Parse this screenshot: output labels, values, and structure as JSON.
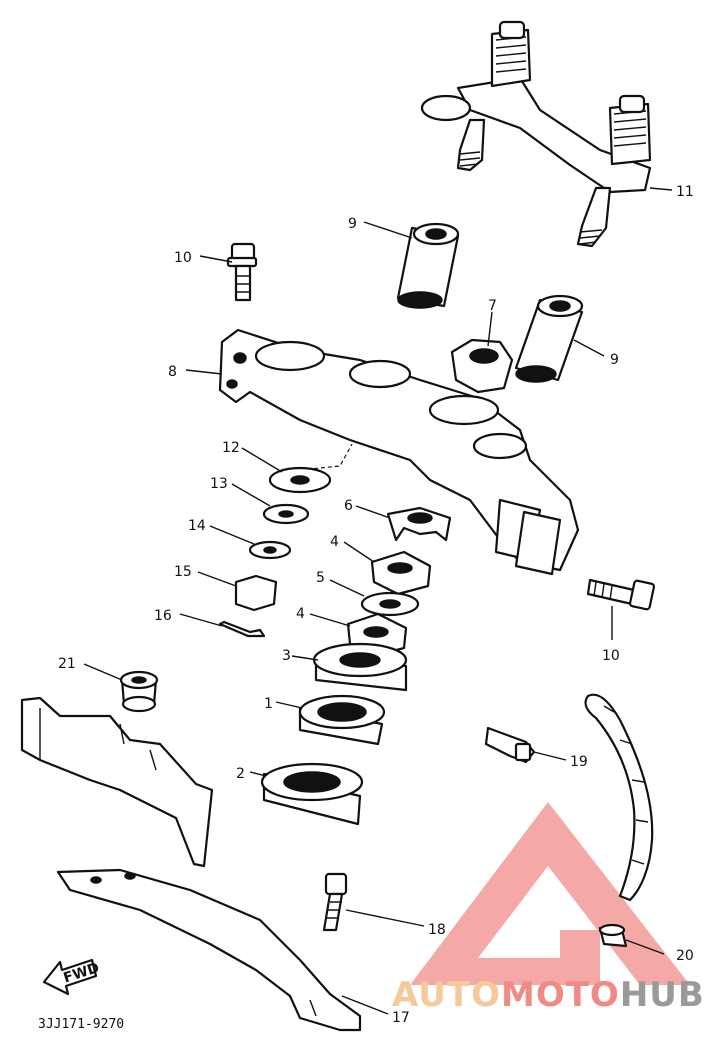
{
  "callouts": {
    "c1": "1",
    "c2": "2",
    "c3": "3",
    "c4a": "4",
    "c4b": "4",
    "c5": "5",
    "c6": "6",
    "c7": "7",
    "c8": "8",
    "c9a": "9",
    "c9b": "9",
    "c10a": "10",
    "c10b": "10",
    "c11": "11",
    "c12": "12",
    "c13": "13",
    "c14": "14",
    "c15": "15",
    "c16": "16",
    "c17": "17",
    "c18": "18",
    "c19": "19",
    "c20": "20",
    "c21": "21"
  },
  "fwd_label": "FWD",
  "diagram_code": "3JJ171-9270",
  "watermark": {
    "text_part1": "AUTO",
    "text_part2": "MOTO",
    "text_part3": "HUB",
    "color_part1": "#f5c99a",
    "color_part2": "#f08a84",
    "color_part3": "#9a9a9a",
    "triangle_color": "#f4a09c"
  }
}
